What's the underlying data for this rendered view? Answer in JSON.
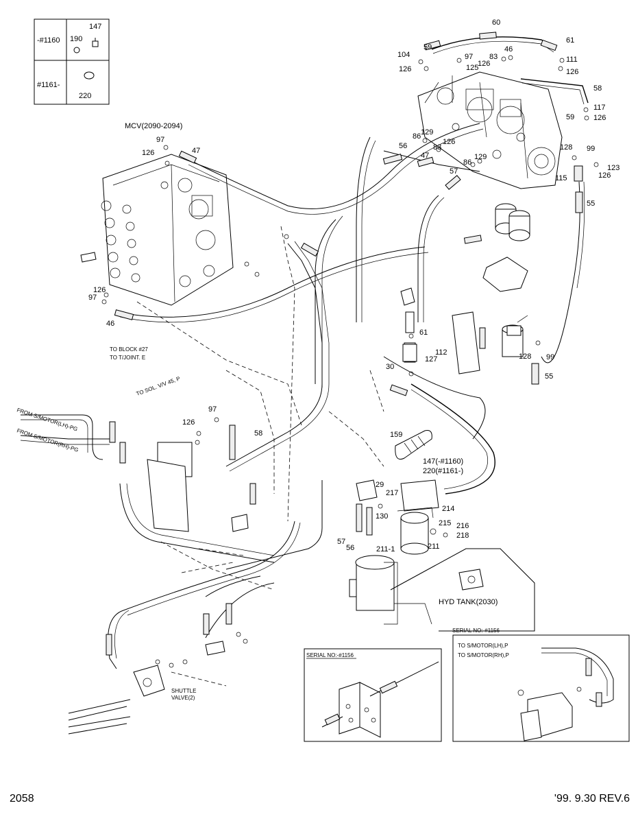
{
  "serial_table": {
    "row1_label": "-#1160",
    "row1_parts": [
      "147",
      "190"
    ],
    "row2_label": "#1161-",
    "row2_parts": [
      "220"
    ]
  },
  "mcv_label": "MCV(2090-2094)",
  "hyd_tank_label": "HYD TANK(2030)",
  "part_numbers": {
    "p60": "60",
    "p59a": "59",
    "p61a": "61",
    "p97a": "97",
    "p104": "104",
    "p126a": "126",
    "p125": "125",
    "p83a": "83",
    "p46a": "46",
    "p126b": "126",
    "p111": "111",
    "p126c": "126",
    "p58a": "58",
    "p117": "117",
    "p59b": "59",
    "p126d": "126",
    "p97b": "97",
    "p126e": "126",
    "p47a": "47",
    "p129a": "129",
    "p86a": "86",
    "p56a": "56",
    "p83b": "83",
    "p126f": "126",
    "p47b": "47",
    "p57a": "57",
    "p86b": "86",
    "p129b": "129",
    "p128a": "128",
    "p99a": "99",
    "p115": "115",
    "p126g": "126",
    "p123": "123",
    "p55a": "55",
    "p126h": "126",
    "p97c": "97",
    "p46b": "46",
    "p61b": "61",
    "p112": "112",
    "p127": "127",
    "p30": "30",
    "p128b": "128",
    "p99b": "99",
    "p55b": "55",
    "p97d": "97",
    "p126i": "126",
    "p58b": "58",
    "p159": "159",
    "p147": "147(-#1160)",
    "p220": "220(#1161-)",
    "p29": "29",
    "p217": "217",
    "p214": "214",
    "p130": "130",
    "p215": "215",
    "p216": "216",
    "p218": "218",
    "p57b": "57",
    "p56b": "56",
    "p211a": "211-1",
    "p211b": "211"
  },
  "callouts": {
    "to_block": "TO BLOCK #27",
    "to_tjoint": "TO T/JOINT. E",
    "to_sol": "TO SOL. V/V 45, P",
    "from_lh": "FROM S/MOTOR(LH)-PG",
    "from_rh": "FROM S/MOTOR(RH)-PG",
    "shuttle": "SHUTTLE",
    "valve": "VALVE(2)"
  },
  "inset_left": {
    "title": "SERIAL NO:-#1156"
  },
  "inset_right": {
    "title": "SERIAL NO:-#1156",
    "to_lh": "TO S/MOTOR(LH),P",
    "to_rh": "TO S/MOTOR(RH),P"
  },
  "footer": {
    "page": "2058",
    "revision": "'99. 9.30  REV.6"
  }
}
